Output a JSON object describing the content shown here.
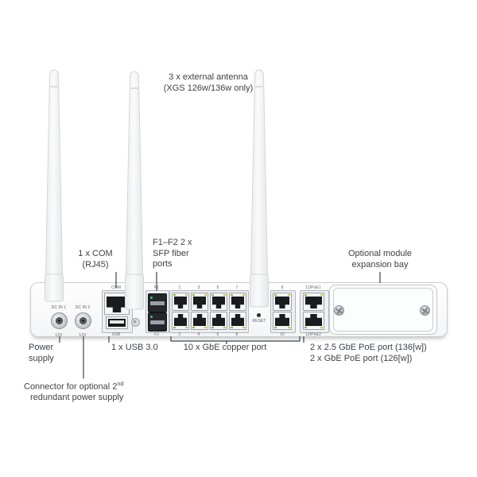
{
  "antenna_note": {
    "line1": "3 x external antenna",
    "line2": "(XGS 126w/136w only)"
  },
  "callouts": {
    "com": {
      "line1": "1 x COM",
      "line2": "(RJ45)"
    },
    "sfp": {
      "line1": "F1–F2 2 x",
      "line2": "SFP fiber",
      "line3": "ports"
    },
    "expansion_bay": {
      "line1": "Optional module",
      "line2": "expansion bay"
    },
    "power_supply": {
      "line1": "Power",
      "line2": "supply"
    },
    "usb": {
      "label": "1 x USB 3.0"
    },
    "copper": {
      "label": "10 x GbE copper port"
    },
    "poe": {
      "line1": "2 x 2.5 GbE PoE port (136[w])",
      "line2": "2 x GbE PoE port (126[w])"
    },
    "redundant": {
      "line1_prefix": "Connector for optional 2",
      "line1_sup": "nd",
      "line2": "redundant power supply"
    }
  },
  "rear_panel": {
    "dc_in_1": {
      "label": "DC IN 1",
      "voltage": "12V"
    },
    "dc_in_2": {
      "label": "DC IN 2",
      "voltage": "12V"
    },
    "com_label": "COM",
    "usb_label": "USB",
    "sfp_f1": "F1",
    "sfp_f2": "F2",
    "copper_top_labels": [
      "1",
      "3",
      "5",
      "7"
    ],
    "copper_bottom_labels": [
      "2",
      "4",
      "6",
      "8"
    ],
    "port_9": "9",
    "port_10": "10",
    "poe_port_top": "11/PoE1",
    "poe_port_bottom": "12/PoE2",
    "reset_label": "RESET"
  },
  "colors": {
    "label_text": "#3d4247",
    "leader": "#3e4348",
    "chassis_border": "#c9ced3",
    "led_green": "#7fbf3f",
    "led_amber": "#cfc43f"
  }
}
